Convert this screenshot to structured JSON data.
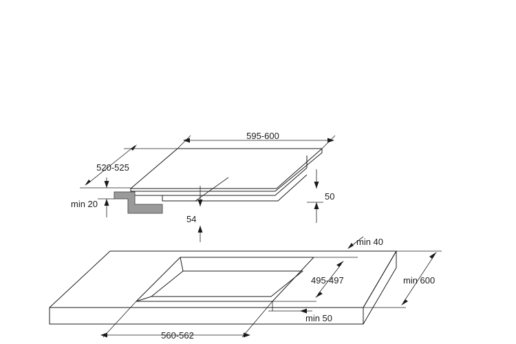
{
  "diagram": {
    "labels": {
      "hob_width": "595-600",
      "hob_depth": "520-525",
      "min_clearance": "min 20",
      "hob_height": "50",
      "hob_offset": "54",
      "min_back": "min 40",
      "cutout_depth": "495-497",
      "worktop_depth": "min 600",
      "min_front": "min 50",
      "cutout_width": "560-562"
    },
    "colors": {
      "line": "#1a1a1a",
      "bracket": "#9a9a9a",
      "background": "#ffffff"
    }
  }
}
